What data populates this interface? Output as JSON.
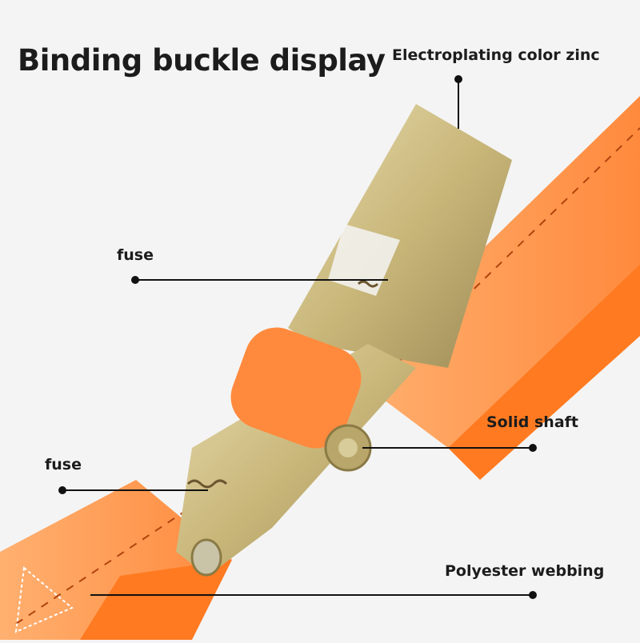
{
  "title": "Binding buckle display",
  "product": {
    "subject": "ratchet tie-down buckle with orange polyester strap",
    "colors": {
      "background": "#f4f4f4",
      "webbing_orange": "#ff8a3d",
      "webbing_orange_light": "#ffb070",
      "metal_gold": "#c9b77a",
      "metal_highlight": "#e8dcb0",
      "stitch": "#b0440e",
      "text": "#1c1c1c"
    }
  },
  "callouts": [
    {
      "id": "electroplating",
      "label": "Electroplating color zinc"
    },
    {
      "id": "fuse-top",
      "label": "fuse"
    },
    {
      "id": "solid-shaft",
      "label": "Solid shaft"
    },
    {
      "id": "fuse-bottom",
      "label": "fuse"
    },
    {
      "id": "polyester-webbing",
      "label": "Polyester webbing"
    }
  ]
}
